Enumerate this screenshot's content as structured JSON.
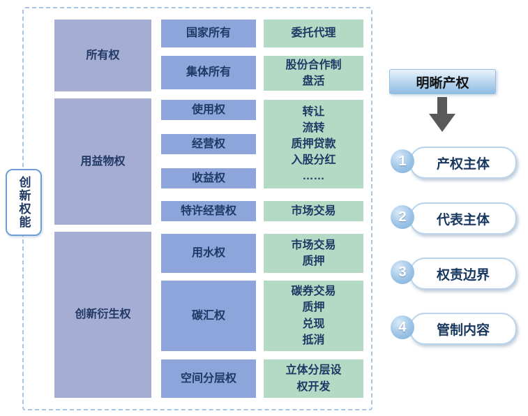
{
  "colors": {
    "group_purple": "#a6add2",
    "sub_blue": "#8da5da",
    "mechanism_green": "#b4d9c5",
    "frame_dashed_border": "#a8c4de",
    "arrow_gray": "#595959",
    "text_navy": "#1f3864",
    "circle_blue": "#9cc3e6"
  },
  "left_label": "创新权能",
  "groups": [
    {
      "label": "所有权"
    },
    {
      "label": "用益物权"
    },
    {
      "label": "创新衍生权"
    }
  ],
  "subrights": [
    {
      "label": "国家所有"
    },
    {
      "label": "集体所有"
    },
    {
      "label": "使用权"
    },
    {
      "label": "经营权"
    },
    {
      "label": "收益权"
    },
    {
      "label": "特许经营权"
    },
    {
      "label": "用水权"
    },
    {
      "label": "碳汇权"
    },
    {
      "label": "空间分层权"
    }
  ],
  "mechanisms": [
    {
      "label": "委托代理"
    },
    {
      "label": "股份合作制\n盘活"
    },
    {
      "label": "转让\n流转\n质押贷款\n入股分红\n……"
    },
    {
      "label": "市场交易"
    },
    {
      "label": "市场交易\n质押"
    },
    {
      "label": "碳券交易\n质押\n兑现\n抵消"
    },
    {
      "label": "立体分层设\n权开发"
    }
  ],
  "right_panel": {
    "header": "明晰产权",
    "items": [
      {
        "num": "1",
        "label": "产权主体"
      },
      {
        "num": "2",
        "label": "代表主体"
      },
      {
        "num": "3",
        "label": "权责边界"
      },
      {
        "num": "4",
        "label": "管制内容"
      }
    ]
  }
}
